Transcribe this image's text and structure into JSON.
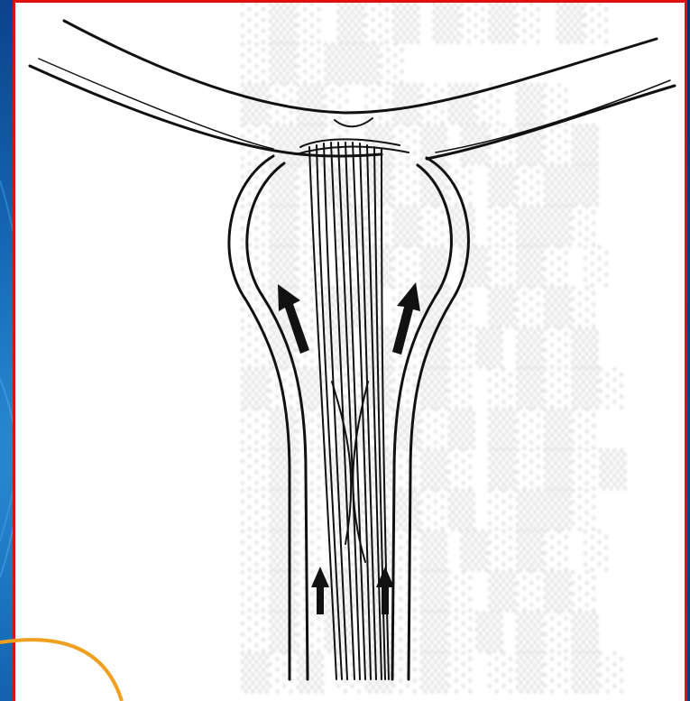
{
  "slide": {
    "background_color": "#0a3f87",
    "frame_border_color": "#e01010",
    "accent_arc_color": "#f0a020"
  },
  "figure": {
    "arrows": [
      {
        "name": "arrow-left-upper",
        "icon": "arrow-up-icon"
      },
      {
        "name": "arrow-right-upper",
        "icon": "arrow-up-icon"
      },
      {
        "name": "arrow-left-lower",
        "icon": "arrow-up-icon"
      },
      {
        "name": "arrow-right-lower",
        "icon": "arrow-up-icon"
      }
    ]
  }
}
